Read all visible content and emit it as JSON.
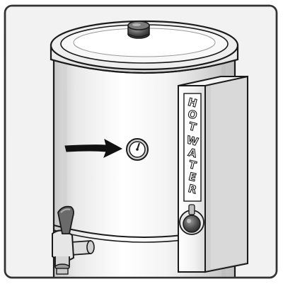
{
  "illustration": {
    "panel_label_letters": [
      "H",
      "O",
      "T",
      "W",
      "A",
      "T",
      "E",
      "R"
    ],
    "icons": {
      "urn": "hot-water-urn-icon",
      "arrow": "arrow-right-icon",
      "gauge": "temperature-gauge-icon",
      "knob": "thermostat-knob-icon",
      "faucet": "faucet-spigot-icon",
      "lid_knob": "lid-knob-icon"
    },
    "colors": {
      "outline": "#1a1a1a",
      "frame_border": "#333333",
      "background": "#f2f2f2",
      "metal_light": "#fbfbfb",
      "metal_mid": "#e6e6e6",
      "metal_dark": "#bcbcbc",
      "panel_dark": "#cfcfcf",
      "knob_dark": "#444444",
      "arrow": "#111111"
    }
  }
}
